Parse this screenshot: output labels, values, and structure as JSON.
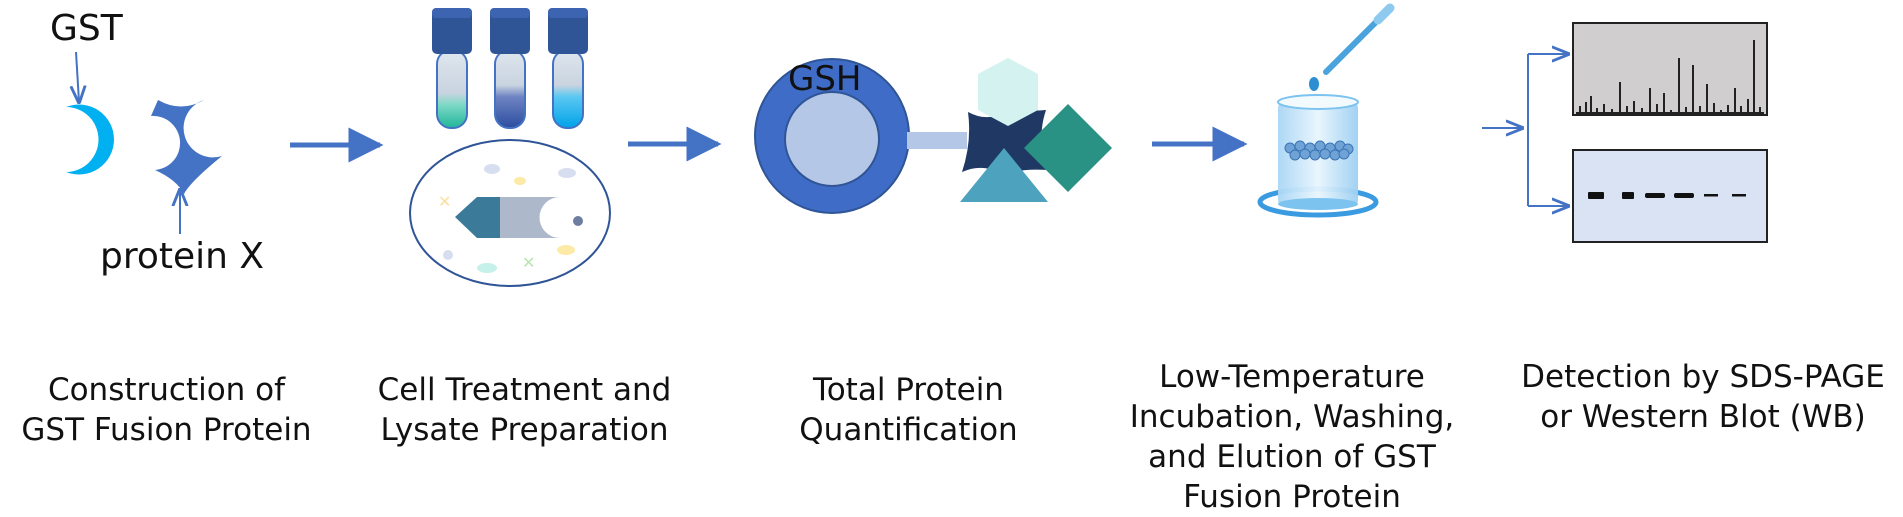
{
  "labels": {
    "gst": "GST",
    "protein_x": "protein X",
    "gsh": "GSH"
  },
  "steps": [
    {
      "lines": [
        "Construction of",
        "GST Fusion Protein"
      ]
    },
    {
      "lines": [
        "Cell Treatment and",
        "Lysate Preparation"
      ]
    },
    {
      "lines": [
        "Total Protein",
        "Quantification"
      ]
    },
    {
      "lines": [
        "Low-Temperature",
        "Incubation, Washing,",
        "and Elution of GST",
        "Fusion Protein"
      ]
    },
    {
      "lines": [
        "Detection by SDS-PAGE",
        "or Western Blot (WB)"
      ]
    }
  ],
  "colors": {
    "gst_cyan": "#00B0F0",
    "protein_blue": "#4472C4",
    "arrow_blue": "#4472C4",
    "tube_cap": "#2F5597",
    "bead_outer": "#3F6CC6",
    "bead_inner": "#B4C7E7",
    "dark_navy": "#1F3864",
    "teal": "#2A9284",
    "light_teal": "#D4F2EF",
    "steel_teal": "#4DA2BE",
    "gel_gray": "#D0CECE",
    "blot_blue": "#DAE3F3"
  }
}
